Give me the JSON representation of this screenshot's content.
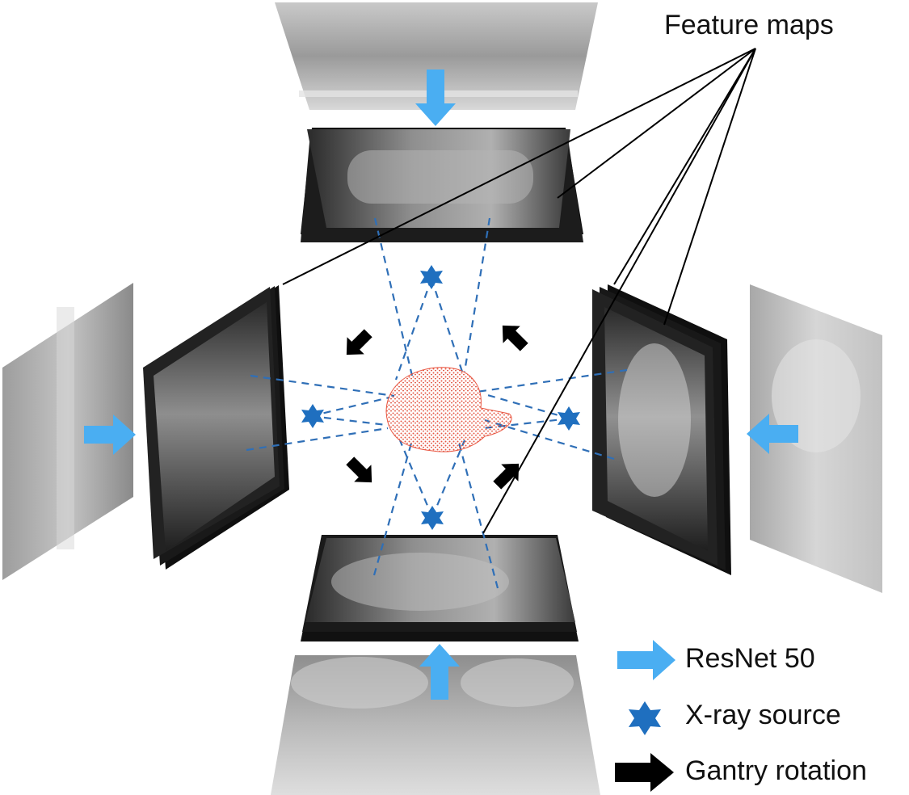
{
  "labels": {
    "feature_maps": "Feature maps"
  },
  "legend": [
    {
      "icon": "blue-arrow",
      "color": "#4aaef2",
      "label": "ResNet 50"
    },
    {
      "icon": "star",
      "color": "#1f6fbf",
      "label": "X-ray source"
    },
    {
      "icon": "black-arrow",
      "color": "#000000",
      "label": "Gantry rotation"
    }
  ],
  "colors": {
    "resnet_arrow": "#4aaef2",
    "xray_source": "#1f6fbf",
    "gantry_arrow": "#000000",
    "projection_lines": "#2f6fb7",
    "point_cloud": "#e8503a"
  }
}
